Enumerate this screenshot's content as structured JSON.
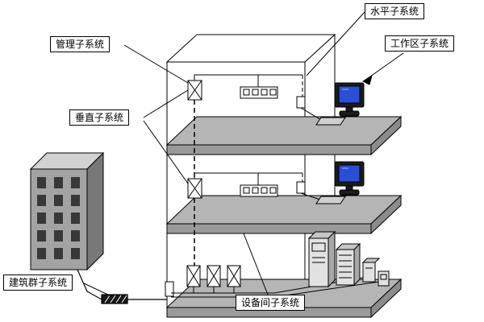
{
  "labels": {
    "horizontal": "水平子系统",
    "management": "管理子系统",
    "workarea": "工作区子系统",
    "vertical": "垂直子系统",
    "campus": "建筑群子系统",
    "equipment_room": "设备间子系统"
  },
  "colors": {
    "wall": "#ffffff",
    "slab_top": "#b5b5b5",
    "slab_front": "#9a9a9a",
    "slab_side": "#8c8c8c",
    "building_front": "#a3a3a3",
    "building_top": "#d2d2d2",
    "building_side": "#787878",
    "window": "#383838",
    "monitor": "#1b1b1b",
    "screen": "#2a4fd6",
    "keyboard": "#cfcfcf",
    "cabinet": "#e2e2e2",
    "cabinet_top": "#c6c6c6",
    "cabinet_side": "#a8a8a8",
    "conduit": "#181818",
    "line": "#000000"
  }
}
